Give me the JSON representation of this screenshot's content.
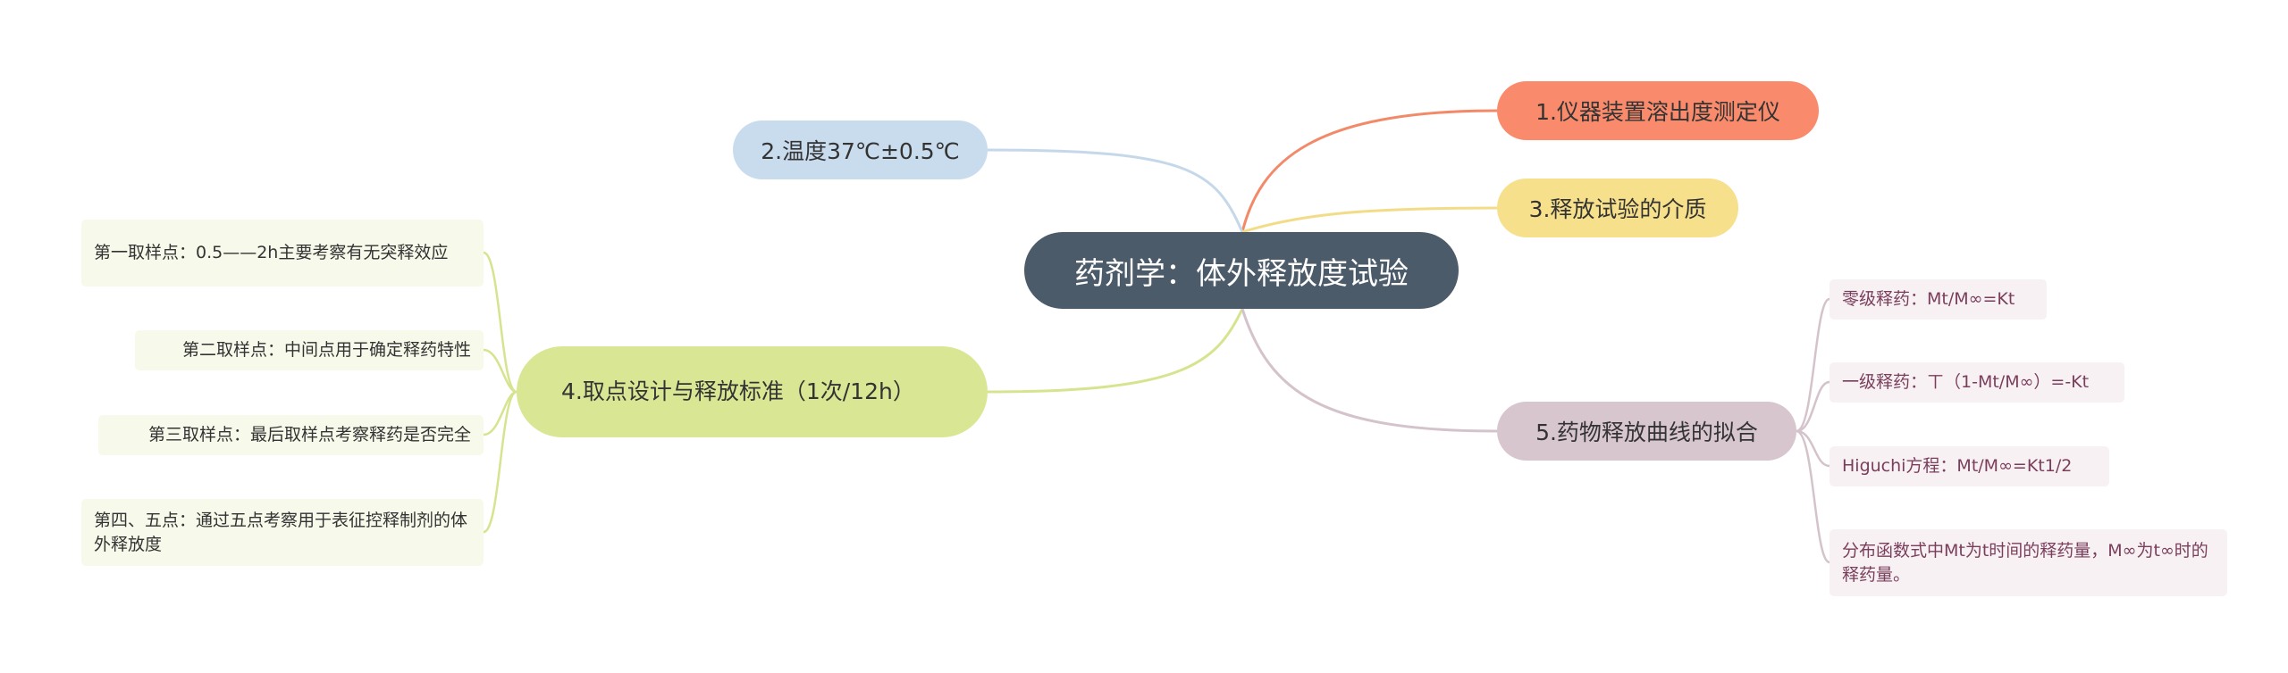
{
  "mindmap": {
    "root": "药剂学：体外释放度试验",
    "branches": {
      "b1": "1.仪器装置溶出度测定仪",
      "b2": "2.温度37℃±0.5℃",
      "b3": "3.释放试验的介质",
      "b4": "4.取点设计与释放标准（1次/12h）",
      "b5": "5.药物释放曲线的拟合"
    },
    "sampling_points": [
      "第一取样点：0.5——2h主要考察有无突释效应",
      "第二取样点：中间点用于确定释药特性",
      "第三取样点：最后取样点考察释药是否完全",
      "第四、五点：通过五点考察用于表征控释制剂的体外释放度"
    ],
    "fitting_models": [
      "零级释药：Mt/M∞=Kt",
      "一级释药：ㄒ（1-Mt/M∞）=-Kt",
      "Higuchi方程：Mt/M∞=Kt1/2",
      "分布函数式中Mt为t时间的释药量，M∞为t∞时的释药量。"
    ]
  },
  "colors": {
    "root": "#4c5b69",
    "b1": "#f98b6c",
    "b2": "#c9dced",
    "b3": "#f7e08c",
    "b4": "#d9e794",
    "b5": "#d8c6cf",
    "leaf_green": "#f7f9ea",
    "leaf_pink": "#f7f1f3"
  }
}
